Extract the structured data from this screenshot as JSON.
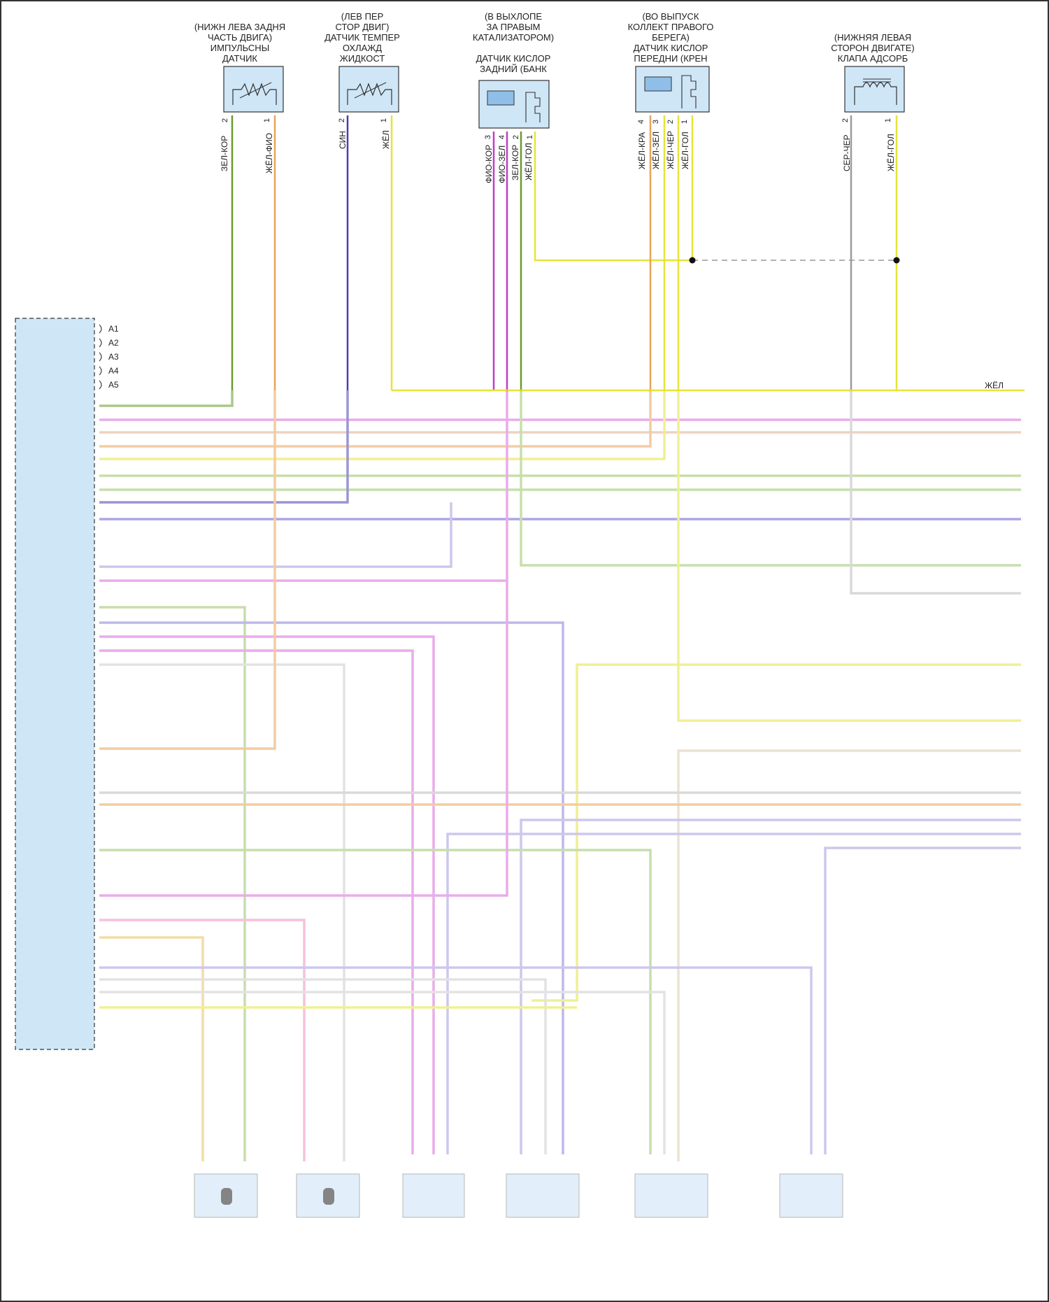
{
  "colors": {
    "green": "#6a9a2a",
    "orange": "#e8a456",
    "blue": "#4a3fb0",
    "yellow": "#e6e33a",
    "magenta": "#c43cc4",
    "gray": "#9a9a9a",
    "frame": "#333333",
    "sensor_fill": "#cfe6f7",
    "module_fill": "#cfe6f7"
  },
  "sensors": [
    {
      "id": "crank",
      "caption": [
        "(НИЖН ЛЕВА ЗАДНЯ",
        "ЧАСТЬ ДВИГА)",
        "ИМПУЛЬСНЫ",
        "ДАТЧИК"
      ],
      "pins": [
        {
          "num": "2",
          "wire": "ЗЕЛ-КОР",
          "color": "green"
        },
        {
          "num": "1",
          "wire": "ЖЁЛ-ФИО",
          "color": "orange"
        }
      ]
    },
    {
      "id": "ect",
      "caption": [
        "(ЛЕВ ПЕР",
        "СТОР ДВИГ)",
        "ДАТЧИК ТЕМПЕР",
        "ОХЛАЖД",
        "ЖИДКОСТ"
      ],
      "pins": [
        {
          "num": "2",
          "wire": "СИН",
          "color": "blue"
        },
        {
          "num": "1",
          "wire": "ЖЁЛ",
          "color": "yellow"
        }
      ]
    },
    {
      "id": "o2_rear",
      "caption": [
        "(В ВЫХЛОПЕ",
        "ЗА ПРАВЫМ",
        "КАТАЛИЗАТОРОМ)",
        "",
        "ДАТЧИК КИСЛОР",
        "ЗАДНИЙ (БАНК"
      ],
      "pins": [
        {
          "num": "3",
          "wire": "ФИО-КОР",
          "color": "magenta"
        },
        {
          "num": "4",
          "wire": "ФИО-ЗЕЛ",
          "color": "magenta"
        },
        {
          "num": "2",
          "wire": "ЗЕЛ-КОР",
          "color": "green"
        },
        {
          "num": "1",
          "wire": "ЖЁЛ-ГОЛ",
          "color": "yellow"
        }
      ]
    },
    {
      "id": "o2_front",
      "caption": [
        "(ВО ВЫПУСК",
        "КОЛЛЕКТ ПРАВОГО",
        "БЕРЕГА)",
        "ДАТЧИК КИСЛОР",
        "ПЕРЕДНИ (КРЕН"
      ],
      "pins": [
        {
          "num": "4",
          "wire": "ЖЁЛ-КРА",
          "color": "orange"
        },
        {
          "num": "3",
          "wire": "ЖЁЛ-ЗЕЛ",
          "color": "yellow"
        },
        {
          "num": "2",
          "wire": "ЖЁЛ-ЧЕР",
          "color": "yellow"
        },
        {
          "num": "1",
          "wire": "ЖЁЛ-ГОЛ",
          "color": "yellow"
        }
      ]
    },
    {
      "id": "evap",
      "caption": [
        "(НИЖНЯЯ ЛЕВАЯ",
        "СТОРОН ДВИГАТЕ)",
        "КЛАПА АДСОРБ"
      ],
      "pins": [
        {
          "num": "2",
          "wire": "СЕР-ЧЕР",
          "color": "gray"
        },
        {
          "num": "1",
          "wire": "ЖЁЛ-ГОЛ",
          "color": "yellow"
        }
      ]
    }
  ],
  "module": {
    "pins": [
      "A1",
      "A2",
      "A3",
      "A4",
      "A5"
    ]
  },
  "right_label": "ЖЁЛ"
}
